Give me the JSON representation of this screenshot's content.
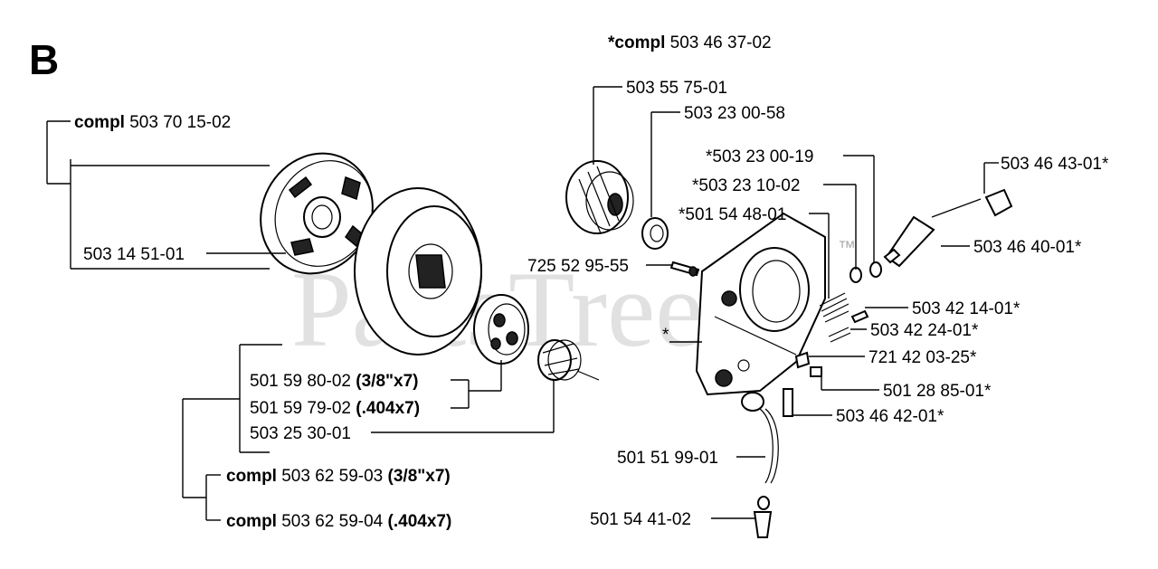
{
  "section_letter": "B",
  "watermark": "PartsTree",
  "trademark": "™",
  "labels": {
    "compl_top": {
      "prefix": "*compl",
      "number": "503 46 37-02"
    },
    "clutch_compl": {
      "prefix": "compl",
      "number": "503 70 15-02"
    },
    "p503_14_51_01": "503 14 51-01",
    "p503_55_75_01": "503 55 75-01",
    "p503_23_00_58": "503 23 00-58",
    "p503_23_00_19": "*503 23 00-19",
    "p503_23_10_02": "*503 23 10-02",
    "p501_54_48_01": "*501 54 48-01",
    "p503_46_43_01": "503 46 43-01*",
    "p503_46_40_01": "503 46 40-01*",
    "p725_52_95_55": "725 52 95-55",
    "p503_42_14_01": "503 42 14-01*",
    "p503_42_24_01": "503 42 24-01*",
    "asterisk": "*",
    "p721_42_03_25": "721 42 03-25*",
    "p501_28_85_01": "501 28 85-01*",
    "p503_46_42_01": "503 46 42-01*",
    "p501_59_80_02": {
      "number": "501 59 80-02",
      "spec": "(3/8\"x7)"
    },
    "p501_59_79_02": {
      "number": "501 59 79-02",
      "spec": "(.404x7)"
    },
    "p503_25_30_01": "503 25 30-01",
    "compl_503_62_59_03": {
      "prefix": "compl",
      "number": "503 62 59-03",
      "spec": "(3/8\"x7)"
    },
    "compl_503_62_59_04": {
      "prefix": "compl",
      "number": "503 62 59-04",
      "spec": "(.404x7)"
    },
    "p501_51_99_01": "501 51 99-01",
    "p501_54_41_02": "501 54 41-02"
  }
}
